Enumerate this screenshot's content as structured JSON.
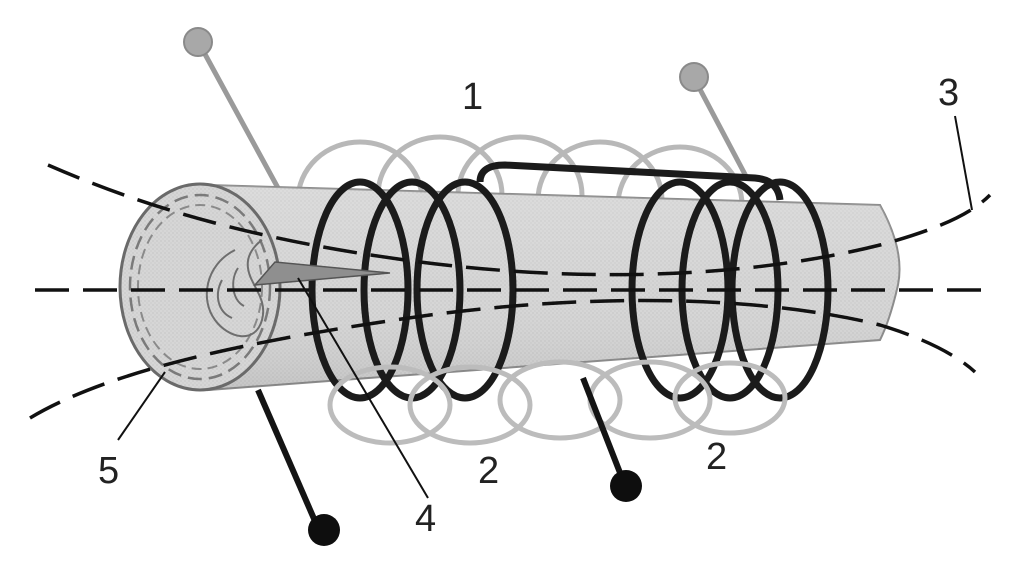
{
  "labels": {
    "l1": "1",
    "l2a": "2",
    "l2b": "2",
    "l3": "3",
    "l4": "4",
    "l5": "5"
  },
  "colors": {
    "cylinder_fill": "#d2d2d2",
    "cylinder_edge": "#888888",
    "black_coil": "#1a1a1a",
    "gray_coil": "#b4b4b4",
    "field_lines": "#111111",
    "needle": "#999999",
    "background": "#ffffff"
  }
}
